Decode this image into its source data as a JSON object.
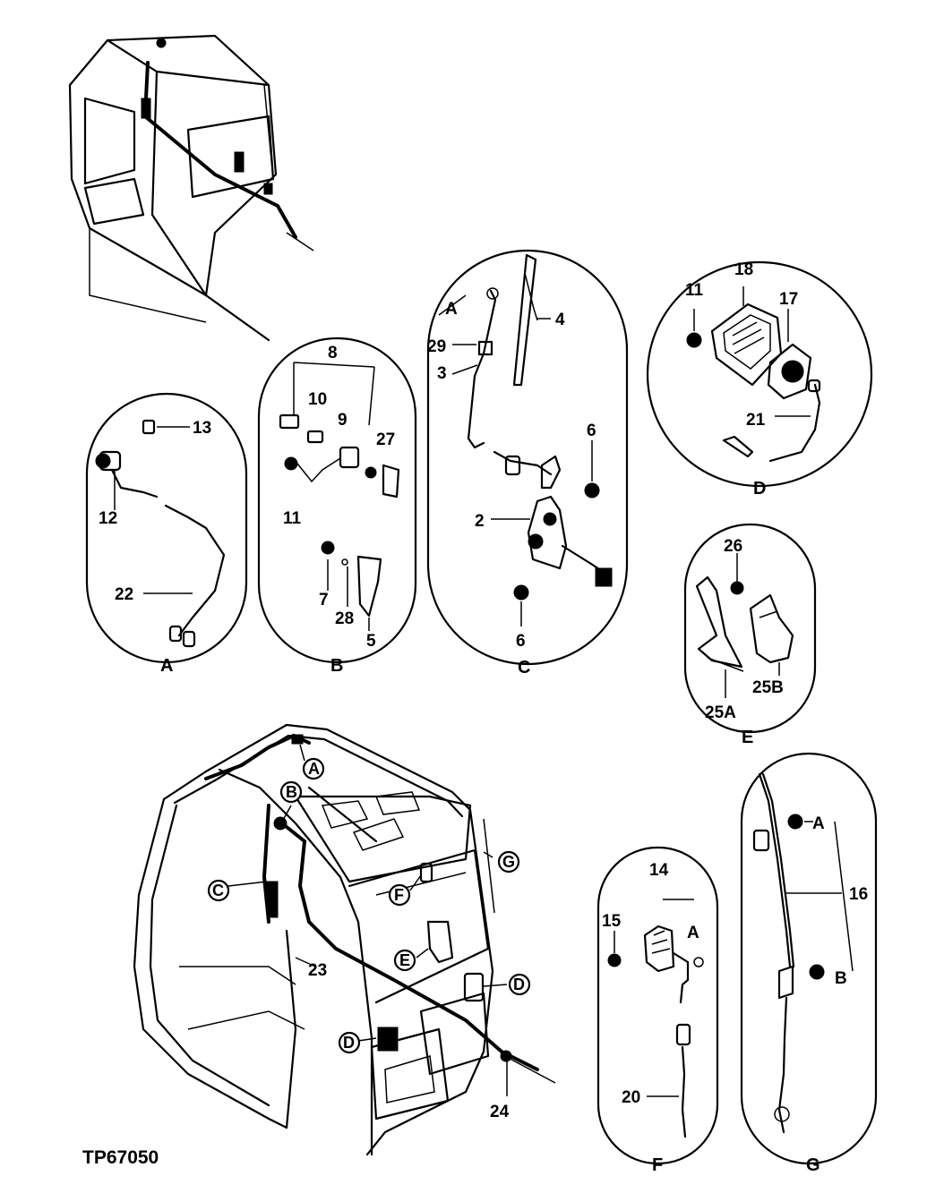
{
  "figure_code": "TP67050",
  "detail_views": [
    {
      "id": "A",
      "label": "A",
      "callouts": [
        "13",
        "12",
        "22"
      ]
    },
    {
      "id": "B",
      "label": "B",
      "callouts": [
        "8",
        "10",
        "9",
        "27",
        "11",
        "7",
        "28",
        "5"
      ]
    },
    {
      "id": "C",
      "label": "C",
      "callouts": [
        "A",
        "29",
        "3",
        "4",
        "6",
        "2",
        "6"
      ]
    },
    {
      "id": "D",
      "label": "D",
      "callouts": [
        "11",
        "18",
        "17",
        "21"
      ]
    },
    {
      "id": "E",
      "label": "E",
      "callouts": [
        "26",
        "25B",
        "25A"
      ]
    },
    {
      "id": "F",
      "label": "F",
      "callouts": [
        "14",
        "15",
        "A",
        "20"
      ]
    },
    {
      "id": "G",
      "label": "G",
      "callouts": [
        "A",
        "16",
        "B"
      ]
    }
  ],
  "cab_markers": [
    "A",
    "B",
    "C",
    "G",
    "F",
    "E",
    "D",
    "D"
  ],
  "cab_callouts": [
    "23",
    "24"
  ]
}
